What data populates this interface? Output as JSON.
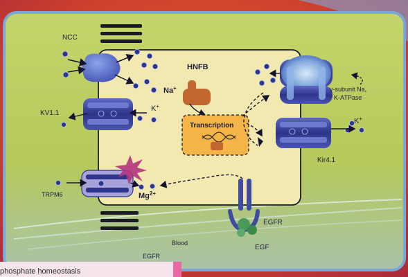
{
  "labels": {
    "ncc": "NCC",
    "hnfb": "HNFB",
    "na_ion": "Na",
    "na_sup": "+",
    "kv11": "KV1.1",
    "k_left": "K",
    "k_left_sup": "+",
    "gamma_line1": "γ-subunit Na,",
    "gamma_line2": "K-ATPase",
    "k_right": "K",
    "k_right_sup": "+",
    "transcription": "Transcription",
    "kir41": "Kir4.1",
    "trpm6": "TRPM6",
    "mg": "Mg",
    "mg_sup": "2+",
    "egfr_right": "EGFR",
    "egf": "EGF",
    "blood": "Blood",
    "egfr_bottom": "EGFR"
  },
  "footer": {
    "text": "phosphate homeostasis"
  },
  "colors": {
    "background_outer": "#c83a2c",
    "panel": "#b8cc5c",
    "cell": "#f1e9b0",
    "protein_blue": "#3f4aa2",
    "protein_light": "#9fbfe6",
    "ion_dot": "#2d348a",
    "transcription_box": "#f4b448",
    "hnfb": "#c1662e",
    "trpm6_channel": "#a7a3d8"
  }
}
